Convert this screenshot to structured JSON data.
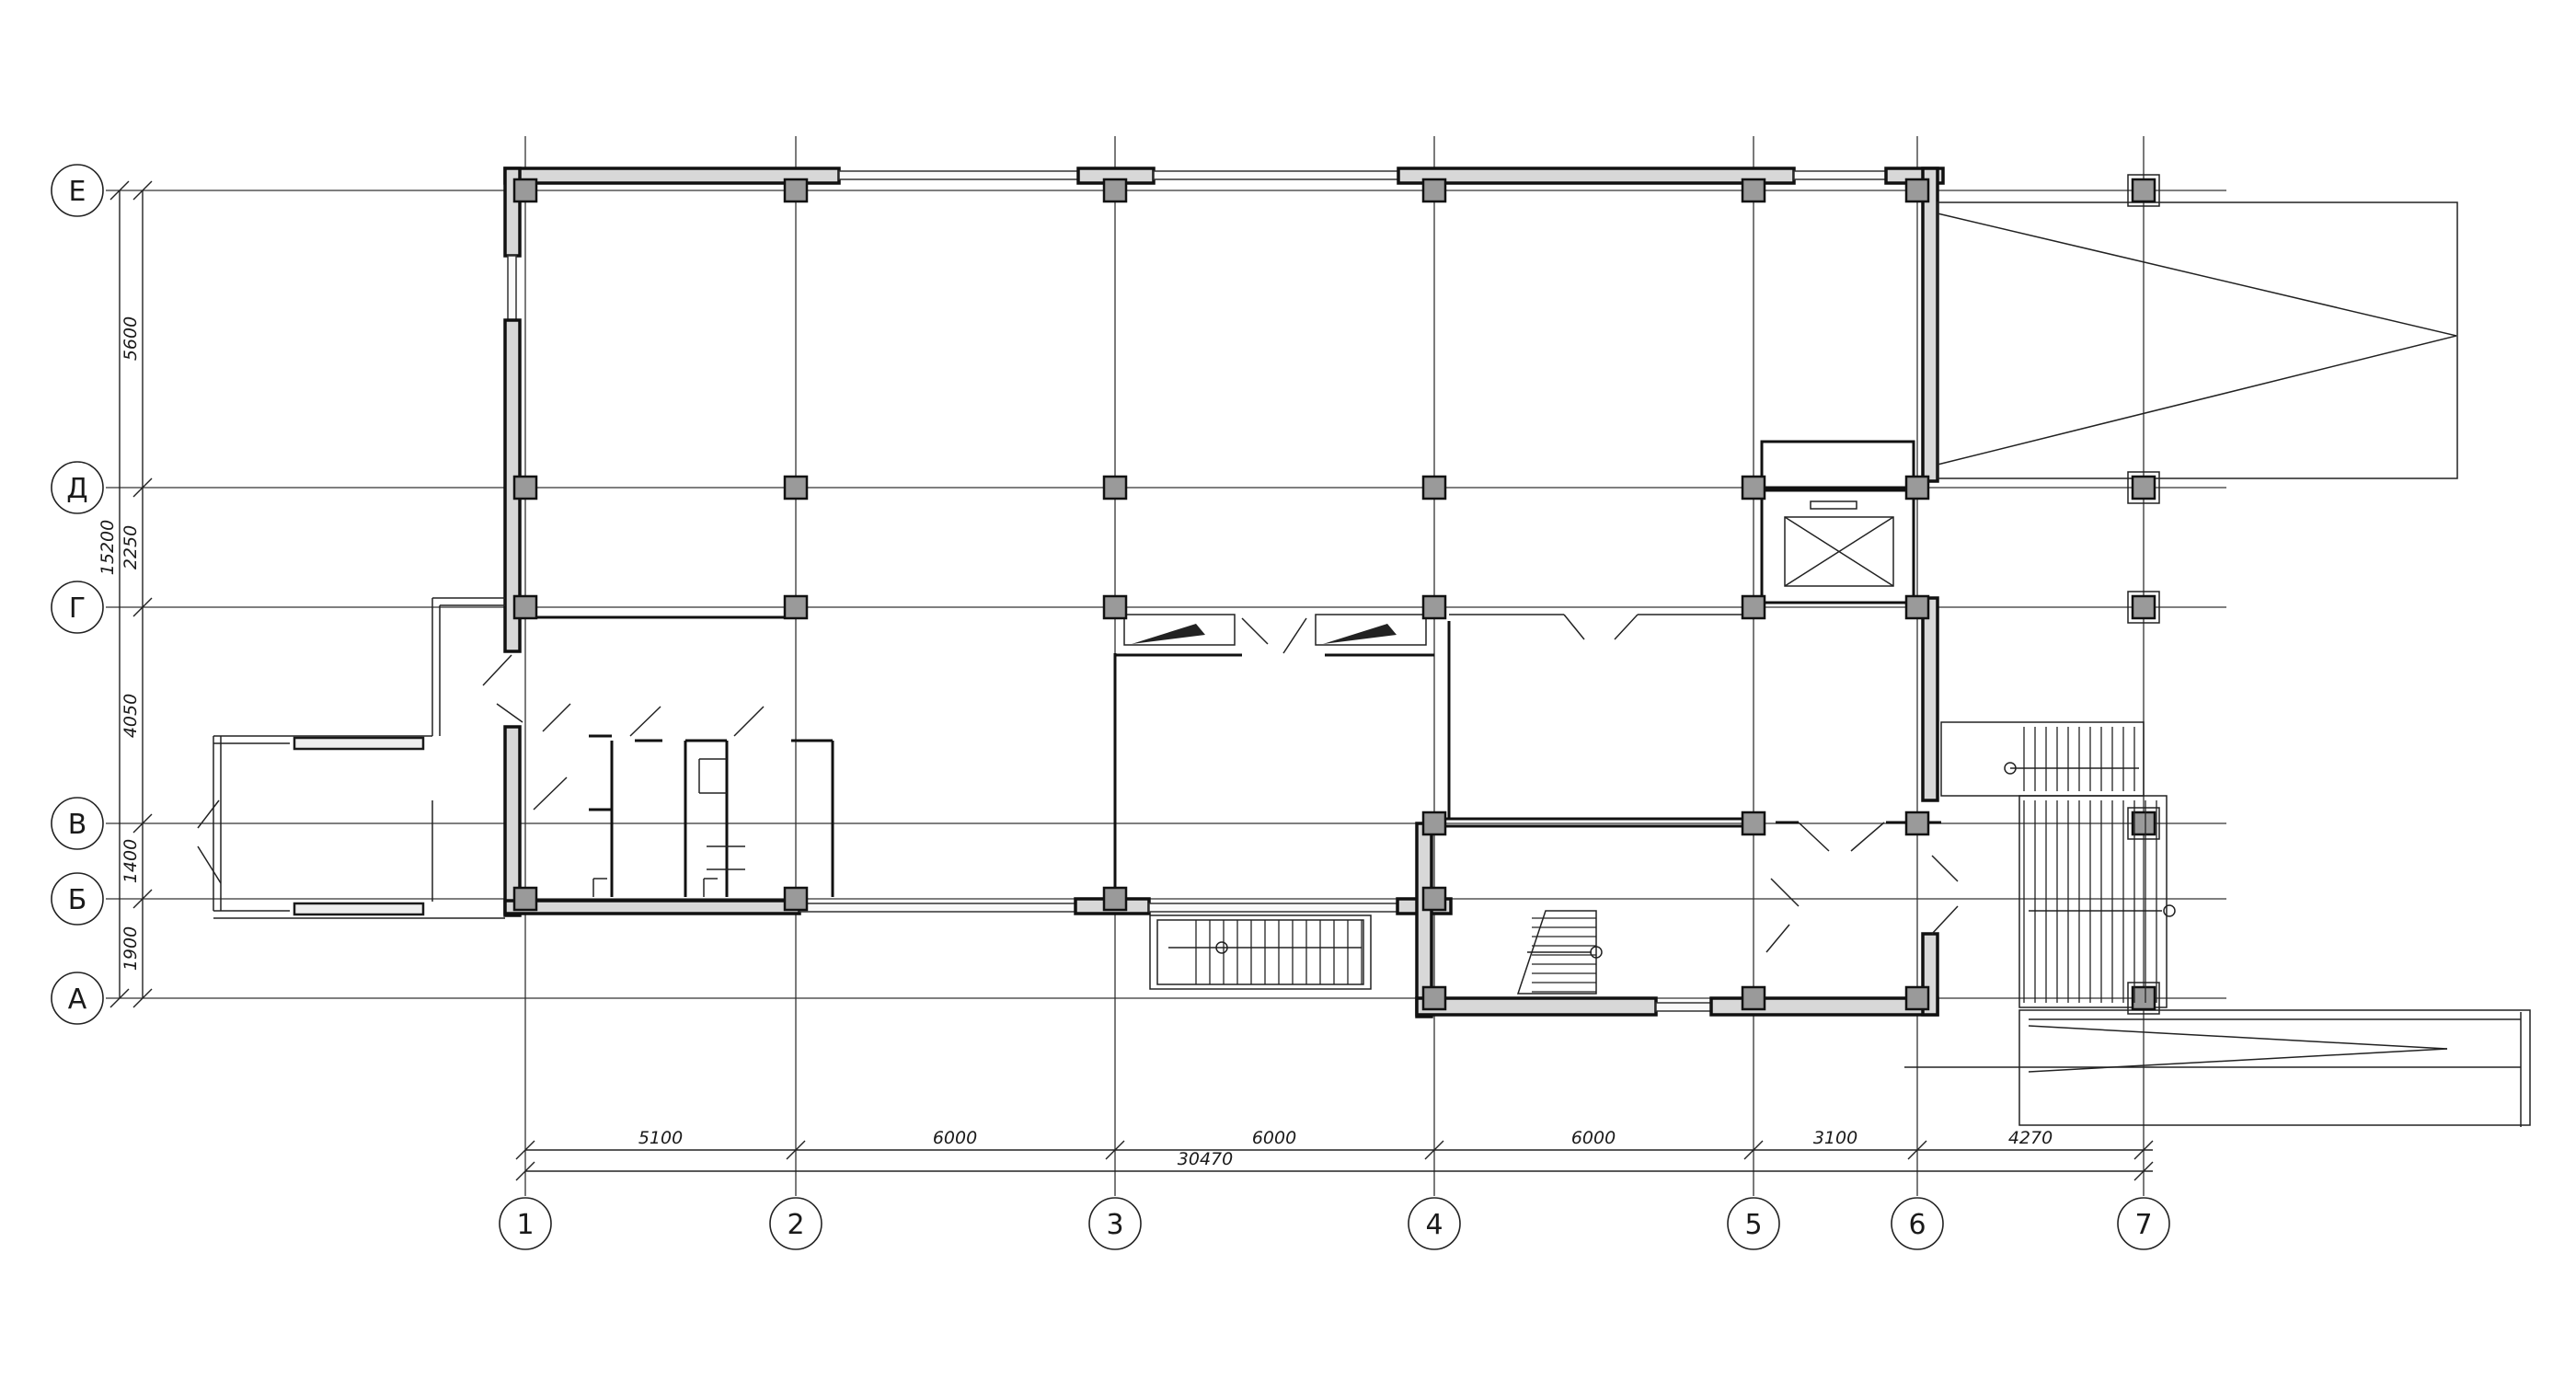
{
  "drawing": {
    "rows": [
      {
        "label": "Е"
      },
      {
        "label": "Д"
      },
      {
        "label": "Г"
      },
      {
        "label": "В"
      },
      {
        "label": "Б"
      },
      {
        "label": "А"
      }
    ],
    "columns": [
      {
        "label": "1"
      },
      {
        "label": "2"
      },
      {
        "label": "3"
      },
      {
        "label": "4"
      },
      {
        "label": "5"
      },
      {
        "label": "6"
      },
      {
        "label": "7"
      }
    ],
    "left_dimensions": [
      "5600",
      "2250",
      "4050",
      "1400",
      "1900"
    ],
    "left_total": "15200",
    "bottom_dimensions": [
      "5100",
      "6000",
      "6000",
      "6000",
      "3100",
      "4270"
    ],
    "bottom_total": "30470"
  }
}
